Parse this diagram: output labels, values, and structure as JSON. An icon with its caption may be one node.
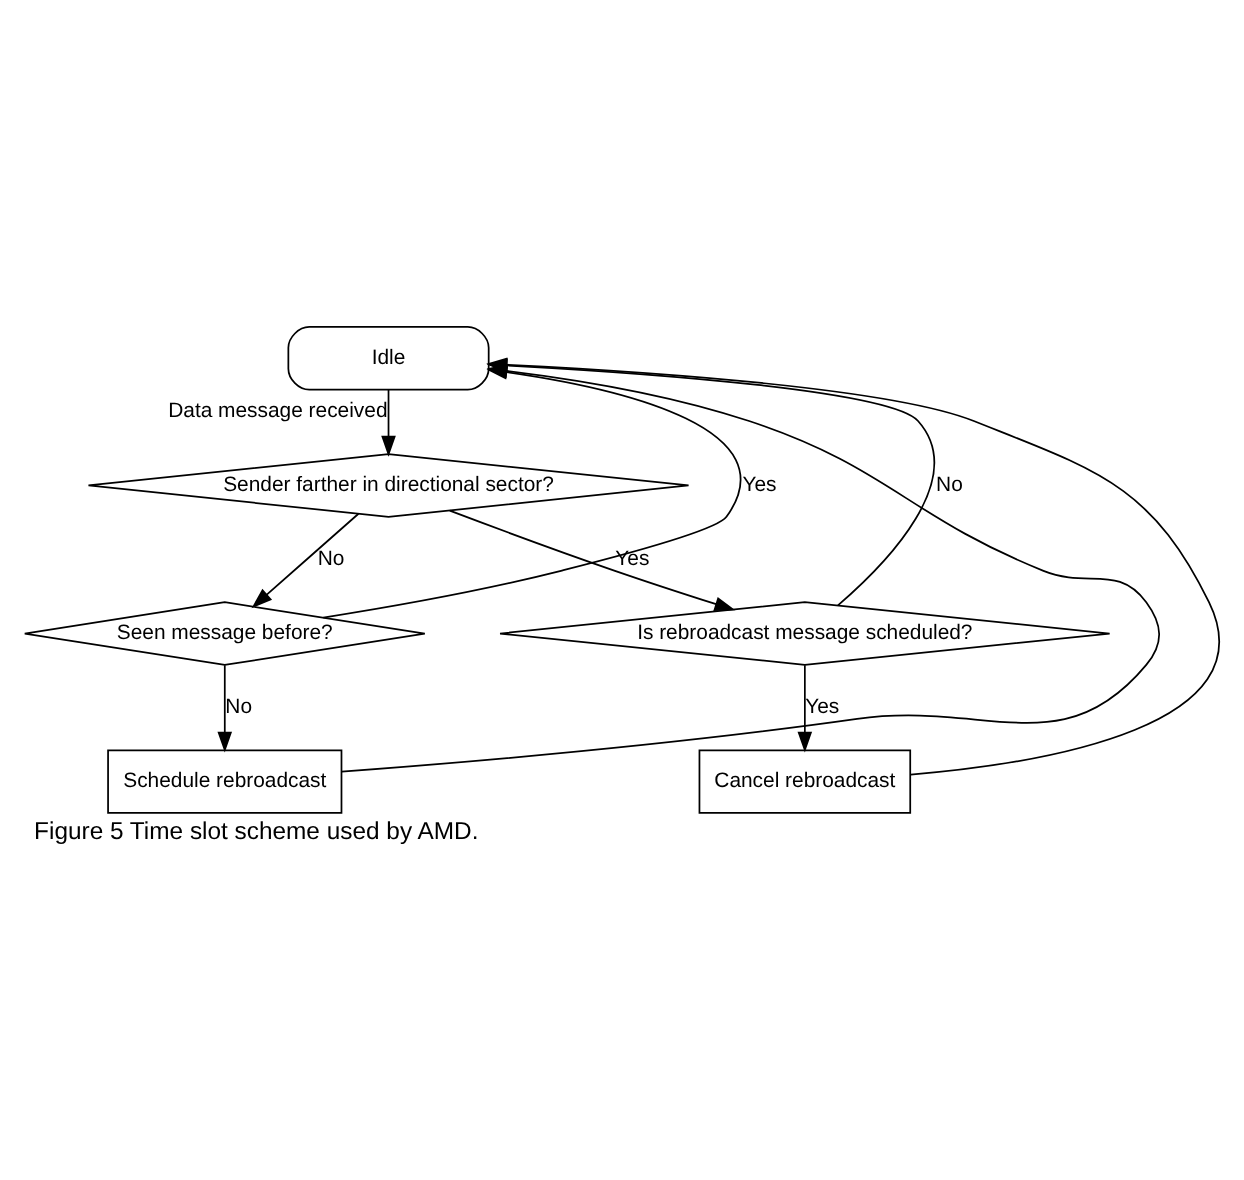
{
  "diagram": {
    "caption": "Figure 5 Time slot scheme used by AMD.",
    "nodes": [
      {
        "text": [
          "Idle"
        ]
      },
      {
        "text": [
          "Sender farther in directional sector?"
        ]
      },
      {
        "text": [
          "Seen message before?"
        ]
      },
      {
        "text": [
          "Schedule rebroadcast"
        ]
      },
      {
        "text": [
          "Is rebroadcast message scheduled?"
        ]
      },
      {
        "text": [
          "Cancel rebroadcast"
        ]
      }
    ],
    "edges": [
      {
        "from": 0,
        "to": 1,
        "arrow": "to",
        "label": "Data message received"
      },
      {
        "from": 1,
        "to": 4,
        "arrow": "to",
        "label": "Yes"
      },
      {
        "from": 1,
        "to": 2,
        "arrow": "to",
        "label": "No"
      },
      {
        "from": 2,
        "to": 0,
        "arrow": "to",
        "label": "Yes"
      },
      {
        "from": 2,
        "to": 3,
        "arrow": "to",
        "label": "No"
      },
      {
        "from": 3,
        "to": 0,
        "arrow": "to"
      },
      {
        "from": 4,
        "to": 0,
        "arrow": "to",
        "label": "No"
      },
      {
        "from": 4,
        "to": 5,
        "arrow": "to",
        "label": "Yes"
      },
      {
        "from": 5,
        "to": 0,
        "arrow": "to"
      }
    ]
  }
}
